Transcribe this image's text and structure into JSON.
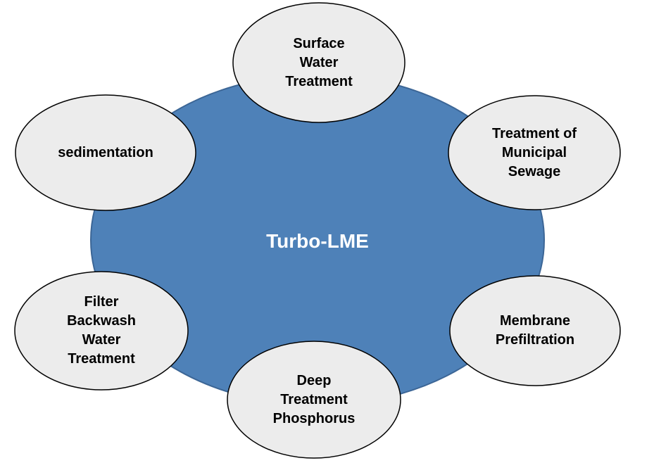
{
  "colors": {
    "center_fill": "#4e81b8",
    "center_stroke": "#3c6696",
    "node_fill": "#ececec",
    "node_stroke": "#000000",
    "center_text": "#ffffff",
    "node_text": "#000000"
  },
  "center": {
    "label": "Turbo-LME"
  },
  "nodes": [
    {
      "id": "surface-water-treatment",
      "label": "Surface\nWater\nTreatment"
    },
    {
      "id": "treatment-of-municipal-sewage",
      "label": "Treatment of\nMunicipal\nSewage"
    },
    {
      "id": "membrane-prefiltration",
      "label": "Membrane\nPrefiltration"
    },
    {
      "id": "deep-treatment-phosphorus",
      "label": "Deep\nTreatment\nPhosphorus"
    },
    {
      "id": "filter-backwash-water-treatment",
      "label": "Filter\nBackwash\nWater\nTreatment"
    },
    {
      "id": "sedimentation",
      "label": "sedimentation"
    }
  ]
}
